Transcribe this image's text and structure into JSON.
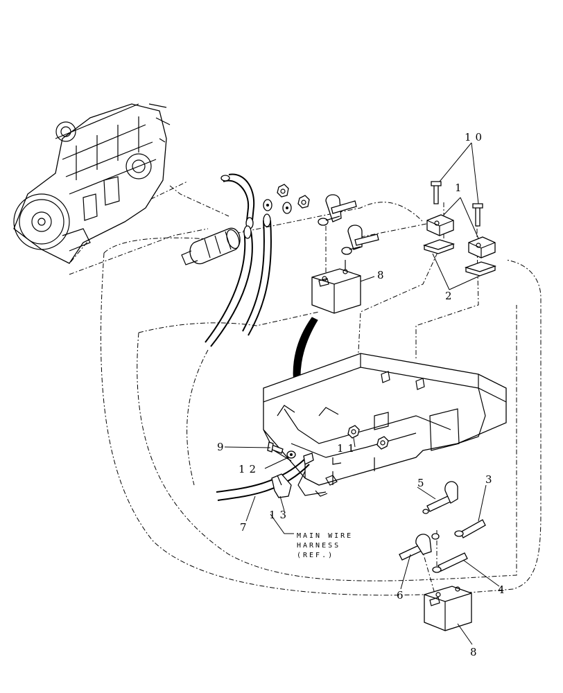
{
  "callouts": {
    "c1": "1",
    "c2": "2",
    "c3": "3",
    "c4": "4",
    "c5": "5",
    "c6": "6",
    "c7": "7",
    "c8a": "8",
    "c8b": "8",
    "c9": "9",
    "c10": "10",
    "c11": "11",
    "c12": "12",
    "c13": "13"
  },
  "note": {
    "line1": "MAIN WIRE",
    "line2": "HARNESS",
    "line3": "(REF.)"
  }
}
